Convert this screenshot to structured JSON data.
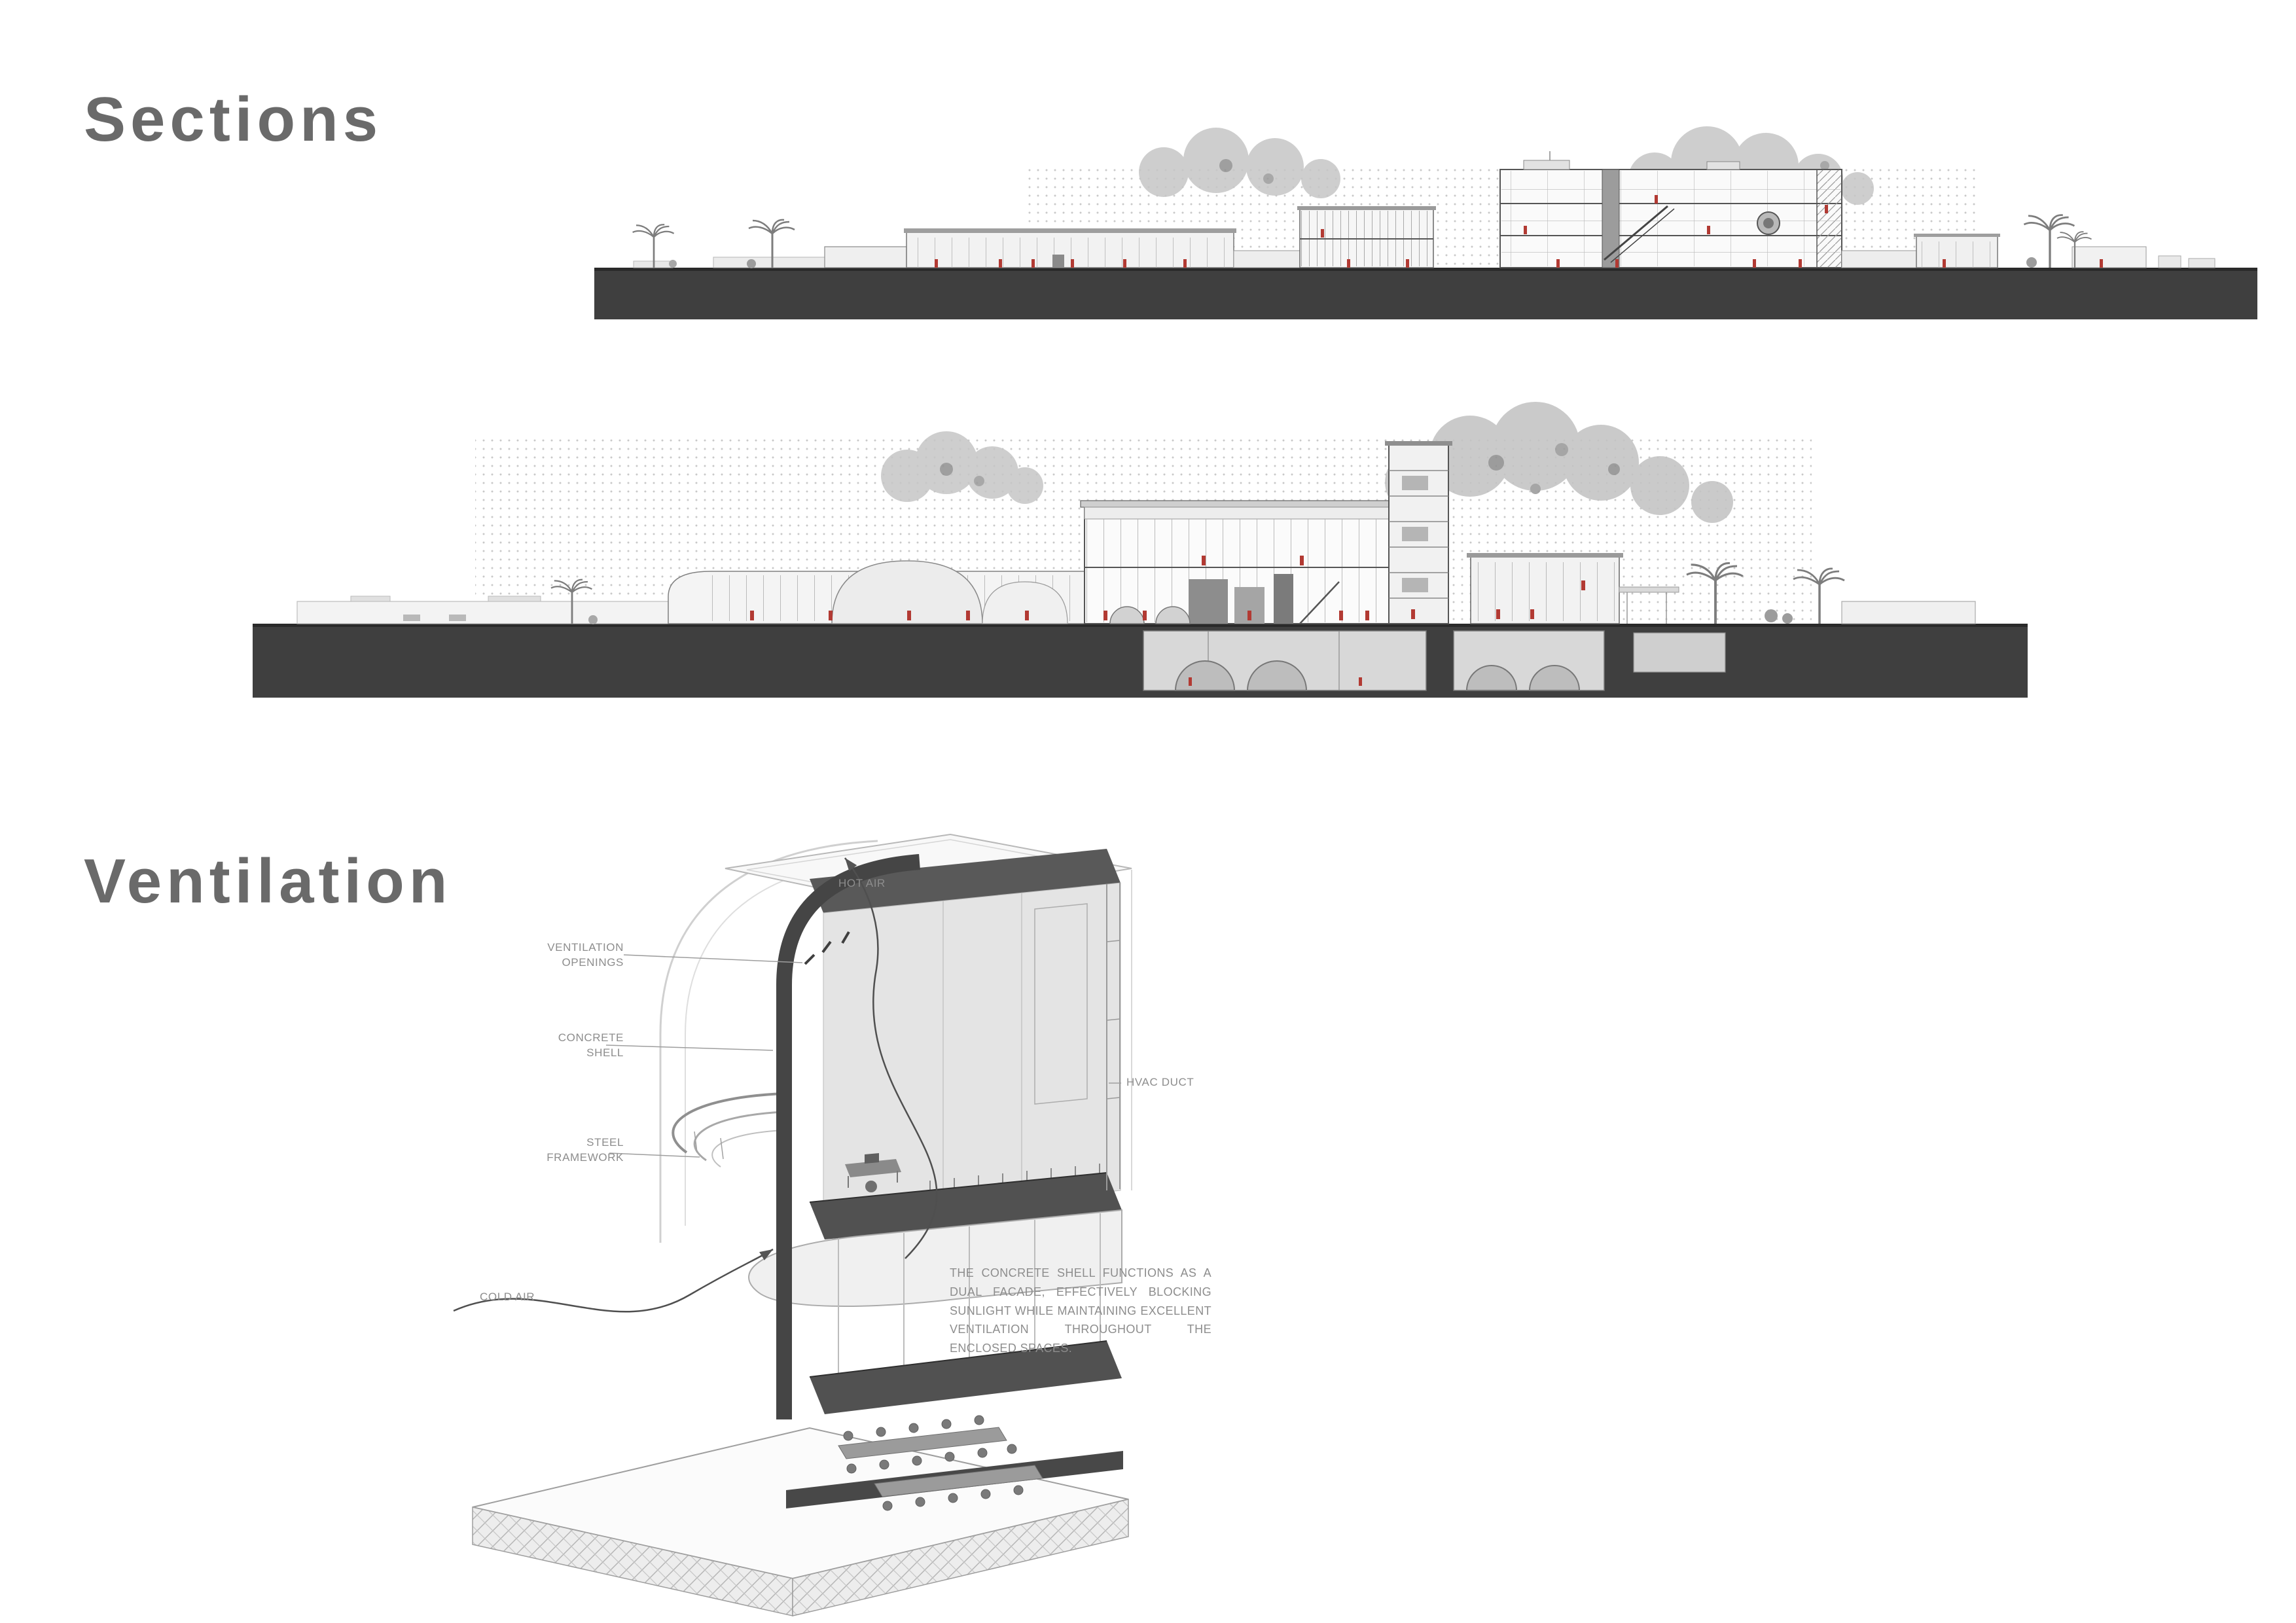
{
  "page": {
    "background": "#ffffff",
    "heading_color": "#6a6a6a"
  },
  "colors": {
    "ground_band": "#3f3f3f",
    "figure_accent_red": "#b23a33",
    "annotation_gray": "#8d8d8d",
    "hatch_dot_gray": "#c9c9c9"
  },
  "sections": {
    "heading": "Sections"
  },
  "ventilation": {
    "heading": "Ventilation",
    "labels": {
      "hot_air": "HOT AIR",
      "ventilation_openings": "VENTILATION\nOPENINGS",
      "concrete_shell": "CONCRETE\nSHELL",
      "hvac_duct": "HVAC DUCT",
      "steel_framework": "STEEL\nFRAMEWORK",
      "cold_air": "COLD AIR"
    },
    "note": "THE CONCRETE SHELL FUNCTIONS AS A DUAL FACADE, EFFECTIVELY BLOCKING SUNLIGHT WHILE MAINTAINING EXCELLENT VENTILATION THROUGHOUT THE ENCLOSED SPACES."
  }
}
